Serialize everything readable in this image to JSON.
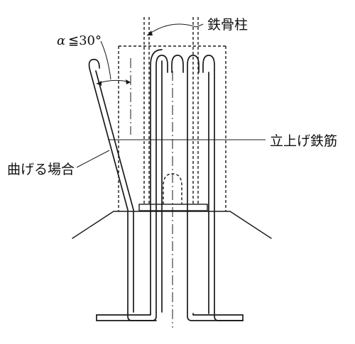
{
  "labels": {
    "angle_symbol": "α",
    "angle_condition": "≦30°",
    "steel_column": "鉄骨柱",
    "rising_rebar": "立上げ鉄筋",
    "bent_case": "曲げる場合"
  }
}
